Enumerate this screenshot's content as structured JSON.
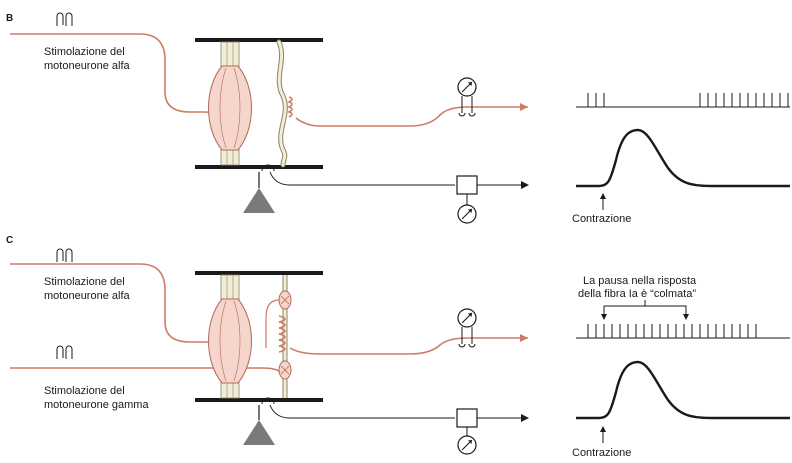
{
  "panels": [
    {
      "letter": "B",
      "stim_labels": [
        {
          "line1": "Stimolazione del",
          "line2": "motoneurone alfa"
        }
      ],
      "response_spikes": [
        0,
        0.05,
        0.1,
        0.7,
        0.75,
        0.8,
        0.85,
        0.9,
        0.95,
        1.0,
        1.05,
        1.1,
        1.15,
        1.2,
        1.25
      ],
      "contraction_label": "Contrazione",
      "note": null
    },
    {
      "letter": "C",
      "stim_labels": [
        {
          "line1": "Stimolazione del",
          "line2": "motoneurone alfa"
        },
        {
          "line1": "Stimolazione del",
          "line2": "motoneurone gamma"
        }
      ],
      "response_spikes": [
        0,
        0.05,
        0.1,
        0.15,
        0.2,
        0.25,
        0.3,
        0.35,
        0.4,
        0.45,
        0.5,
        0.55,
        0.6,
        0.65,
        0.7,
        0.75,
        0.8,
        0.85,
        0.9,
        0.95,
        1.0,
        1.05
      ],
      "contraction_label": "Contrazione",
      "note": {
        "line1": "La pausa nella risposta",
        "line2": "della fibra Ia è “colmata”"
      }
    }
  ],
  "colors": {
    "nerve": "#cf7b63",
    "muscle_fill": "#f6d5cc",
    "muscle_stroke": "#b06a58",
    "tendon_fill": "#f1edd6",
    "ink": "#1a1a1a",
    "pivot": "#7a7a7a"
  },
  "icons": [
    "stimulator-electrode-icon",
    "gauge-meter-icon",
    "pivot-triangle-icon",
    "force-transducer-icon"
  ]
}
